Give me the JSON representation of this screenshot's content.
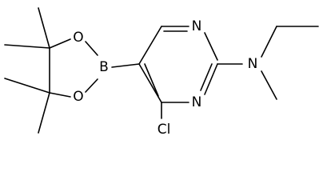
{
  "structure": {
    "atoms": {
      "boron": "B",
      "ring_oxygen_top": "O",
      "ring_oxygen_bottom": "O",
      "pyrimidine_nitrogen_top": "N",
      "pyrimidine_nitrogen_bottom": "N",
      "amine_nitrogen": "N",
      "chlorine": "Cl"
    }
  }
}
